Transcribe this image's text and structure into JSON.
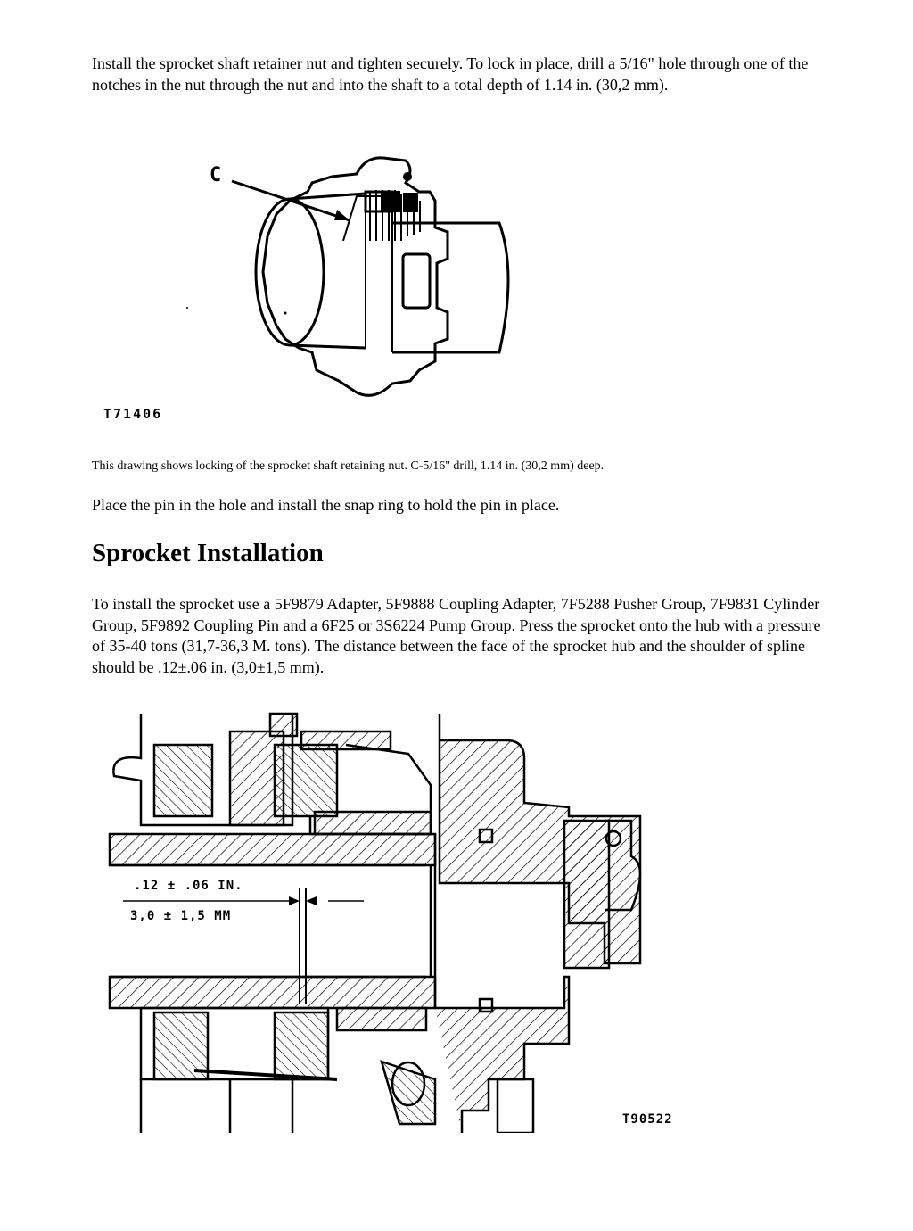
{
  "paragraph_1": "Install the sprocket shaft retainer nut and tighten securely. To lock in place, drill a 5/16\" hole through one of the notches in the nut through the nut and into the shaft to a total depth of 1.14 in. (30,2 mm).",
  "figure_1": {
    "callout": "C",
    "code": "T71406"
  },
  "caption_1": "This drawing shows locking of the sprocket shaft retaining nut. C-5/16\" drill, 1.14 in. (30,2 mm) deep.",
  "paragraph_2": "Place the pin in the hole and install the snap ring to hold the pin in place.",
  "heading": "Sprocket Installation",
  "paragraph_3": "To install the sprocket use a 5F9879 Adapter, 5F9888 Coupling Adapter, 7F5288 Pusher Group, 7F9831 Cylinder Group, 5F9892 Coupling Pin and a 6F25 or 3S6224 Pump Group. Press the sprocket onto the hub with a pressure of 35-40 tons (31,7-36,3 M. tons). The distance between the face of the sprocket hub and the shoulder of spline should be .12±.06 in. (3,0±1,5 mm).",
  "figure_2": {
    "dim_inches": ".12 ± .06 IN.",
    "dim_mm": "3,0 ± 1,5 MM",
    "code": "T90522"
  }
}
